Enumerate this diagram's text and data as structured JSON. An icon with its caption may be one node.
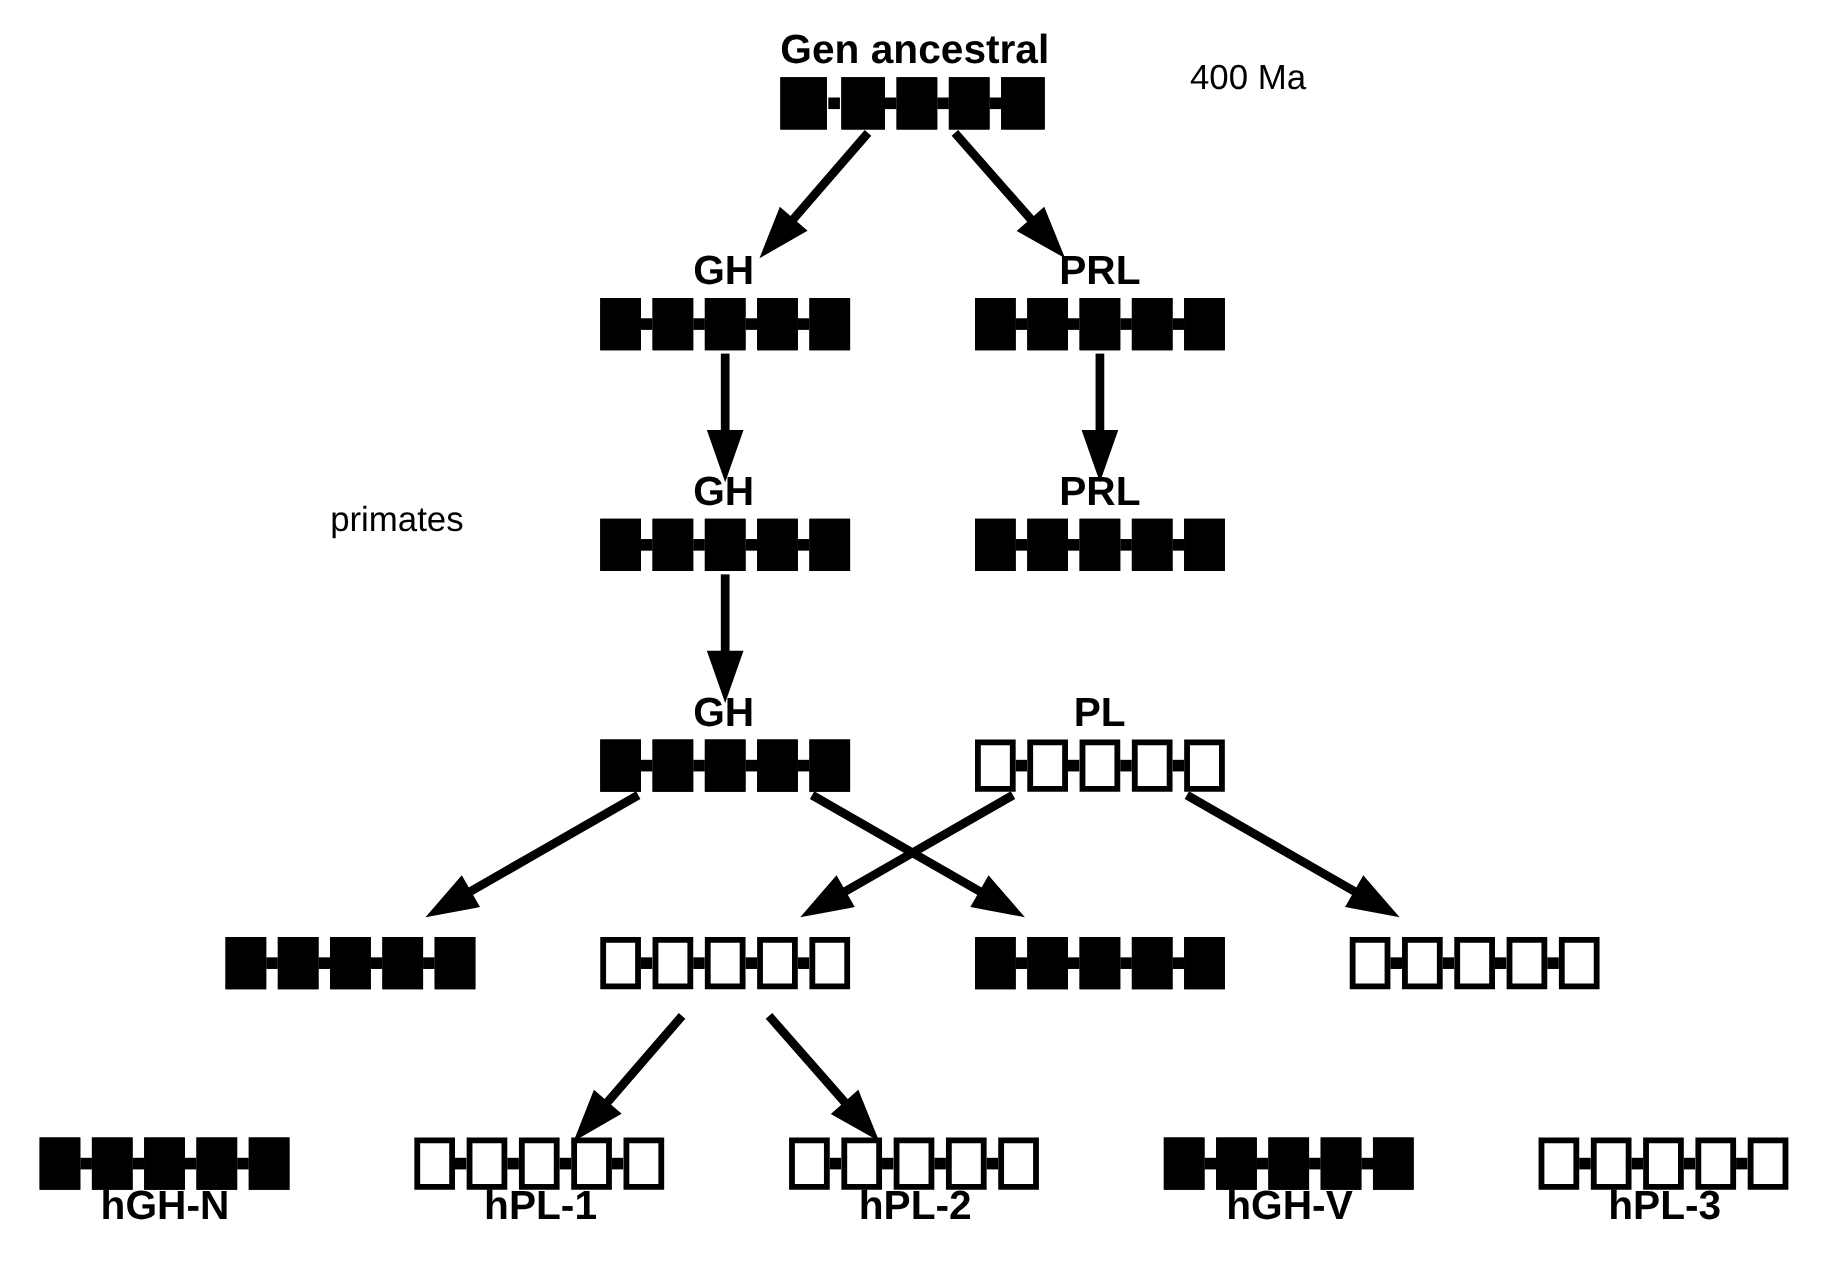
{
  "diagram": {
    "nodes": [
      {
        "text": [
          "Gen ancestral"
        ]
      },
      {
        "text": [
          "GH"
        ]
      },
      {
        "text": [
          "PRL"
        ]
      },
      {
        "text": [
          "GH"
        ]
      },
      {
        "text": [
          "PRL"
        ]
      },
      {
        "text": [
          "GH"
        ]
      },
      {
        "text": [
          "PL"
        ]
      },
      {
        "text": [],
        "shape": "picture"
      },
      {
        "text": [],
        "shape": "picture"
      },
      {
        "text": [],
        "shape": "picture"
      },
      {
        "text": [],
        "shape": "picture"
      },
      {
        "text": [
          "hGH-N"
        ]
      },
      {
        "text": [
          "hPL-1"
        ]
      },
      {
        "text": [
          "hPL-2"
        ]
      },
      {
        "text": [
          "hGH-V"
        ]
      },
      {
        "text": [
          "hPL-3"
        ]
      }
    ],
    "edges": [
      {
        "from": 0,
        "to": 1,
        "arrow": "to"
      },
      {
        "from": 0,
        "to": 2,
        "arrow": "to"
      },
      {
        "from": 1,
        "to": 3,
        "arrow": "to"
      },
      {
        "from": 2,
        "to": 4,
        "arrow": "to"
      },
      {
        "from": 3,
        "to": 5,
        "arrow": "to"
      },
      {
        "from": 5,
        "to": 7,
        "arrow": "to"
      },
      {
        "from": 5,
        "to": 9,
        "arrow": "to"
      },
      {
        "from": 6,
        "to": 8,
        "arrow": "to"
      },
      {
        "from": 6,
        "to": 10,
        "arrow": "to"
      },
      {
        "from": 8,
        "to": 12,
        "arrow": "to"
      },
      {
        "from": 8,
        "to": 13,
        "arrow": "to"
      }
    ],
    "labels": [
      "400 Ma",
      "primates"
    ]
  }
}
